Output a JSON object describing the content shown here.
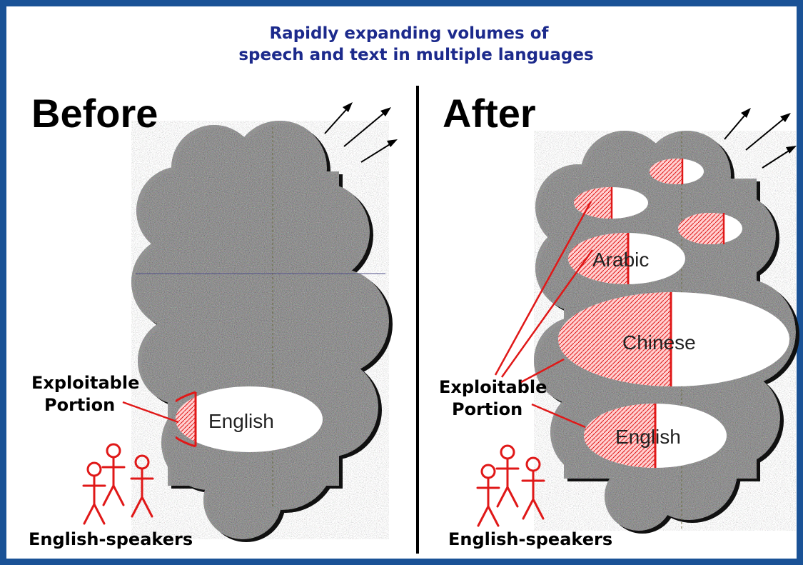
{
  "title": {
    "line1": "Rapidly expanding volumes of",
    "line2": "speech and text in multiple languages"
  },
  "before": {
    "label": "Before",
    "callout_line1": "Exploitable",
    "callout_line2": "Portion",
    "languages": [
      "English"
    ],
    "group_label": "English-speakers"
  },
  "after": {
    "label": "After",
    "callout_line1": "Exploitable",
    "callout_line2": "Portion",
    "languages": [
      "Arabic",
      "Chinese",
      "English"
    ],
    "group_label": "English-speakers"
  },
  "colors": {
    "frame": "#1a5296",
    "title": "#1c2a8c",
    "exploitable": "#e01818",
    "cloud": "#a8a8a8"
  },
  "icons": [
    "arrow-icon",
    "stick-figure-icon"
  ]
}
